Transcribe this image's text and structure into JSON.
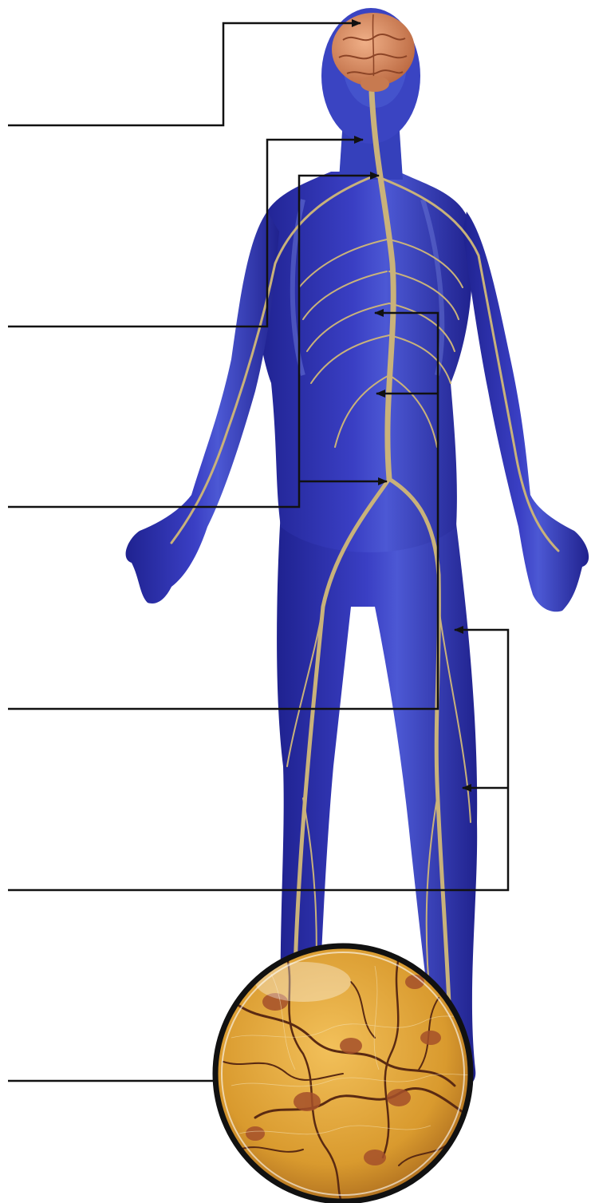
{
  "colors": {
    "background": "#ffffff",
    "leader_line": "#111111",
    "body_fill": "#2c2eae",
    "body_highlight": "#5a6fe0",
    "nerve": "#c9b27a",
    "brain": "#d9906a",
    "cell_bg": "#e3a53a",
    "cell_nucleus": "#a5502a",
    "cell_rim": "#111111"
  },
  "labels": [
    {
      "id": "label-1-brain",
      "text": ""
    },
    {
      "id": "label-2-cervical",
      "text": ""
    },
    {
      "id": "label-3-spinal-cord",
      "text": ""
    },
    {
      "id": "label-4-thoracic-lumbar",
      "text": ""
    },
    {
      "id": "label-5-leg-nerves",
      "text": ""
    },
    {
      "id": "label-6-neuron-closeup",
      "text": ""
    }
  ],
  "icons": [
    "human-figure-illustration",
    "brain-icon",
    "neuron-magnifier-icon"
  ]
}
